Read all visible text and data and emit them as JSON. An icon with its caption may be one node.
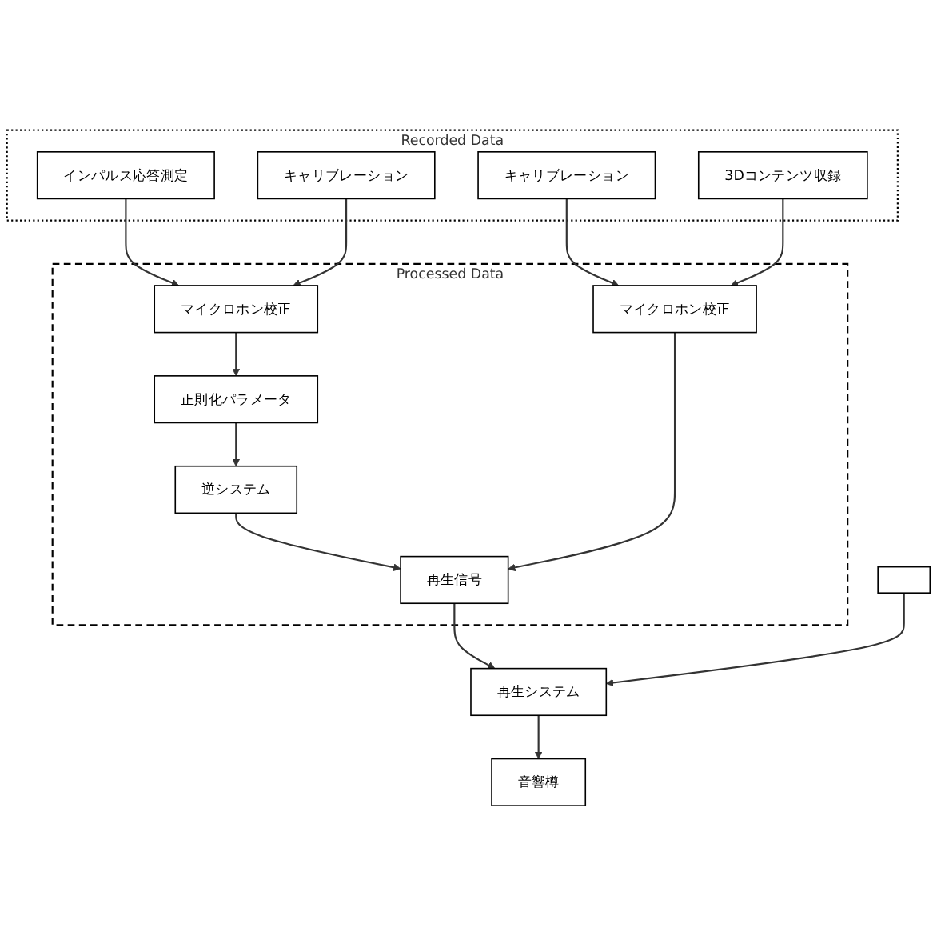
{
  "diagram": {
    "nodes": [
      {
        "text": [
          "Recorded Data"
        ]
      },
      {
        "text": [
          "インパルス応答測定"
        ],
        "in": 0
      },
      {
        "text": [
          "3Dコンテンツ収録"
        ],
        "in": 0
      },
      {
        "text": [
          "キャリブレーション"
        ],
        "in": 0
      },
      {
        "text": [
          "キャリブレーション"
        ],
        "in": 0
      },
      {
        "text": [
          "Processed Data"
        ]
      },
      {
        "text": [
          "マイクロホン校正"
        ],
        "in": 5
      },
      {
        "text": [
          "マイクロホン校正"
        ],
        "in": 5
      },
      {
        "text": [
          "正則化パラメータ"
        ],
        "in": 5
      },
      {
        "text": [
          "逆システム"
        ],
        "in": 5
      },
      {
        "text": [
          "再生信号"
        ],
        "in": 5
      },
      {
        "text": [],
        "shape": "box"
      },
      {
        "text": [
          "再生システム"
        ]
      },
      {
        "text": [
          "音響樽"
        ]
      }
    ],
    "edges": [
      {
        "from": 1,
        "to": 6,
        "arrow": "to"
      },
      {
        "from": 3,
        "to": 6,
        "arrow": "to"
      },
      {
        "from": 4,
        "to": 7,
        "arrow": "to"
      },
      {
        "from": 2,
        "to": 7,
        "arrow": "to"
      },
      {
        "from": 6,
        "to": 8,
        "arrow": "to"
      },
      {
        "from": 8,
        "to": 9,
        "arrow": "to"
      },
      {
        "from": 9,
        "to": 10,
        "arrow": "to"
      },
      {
        "from": 7,
        "to": 10,
        "arrow": "to"
      },
      {
        "from": 10,
        "to": 12,
        "arrow": "to"
      },
      {
        "from": 11,
        "to": 12,
        "arrow": "to"
      },
      {
        "from": 12,
        "to": 13,
        "arrow": "to"
      }
    ]
  }
}
